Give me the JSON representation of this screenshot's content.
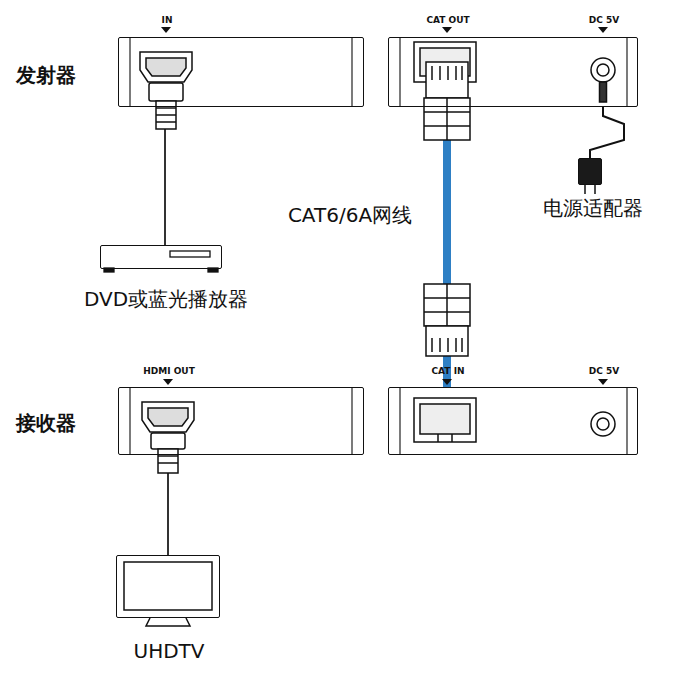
{
  "diagram": {
    "nodes": [
      {
        "text": [
          "IN"
        ]
      },
      {
        "text": [
          "CAT OUT",
          "DC 5V"
        ]
      },
      {
        "text": [
          "DVD或蓝光播放器"
        ]
      },
      {
        "text": [
          "电源适配器"
        ]
      },
      {
        "text": [
          "HDMI OUT"
        ]
      },
      {
        "text": [
          "CAT IN",
          "DC 5V"
        ]
      },
      {
        "text": [
          "UHDTV"
        ]
      }
    ],
    "edges": [
      {
        "from": 2,
        "to": 0,
        "arrow": "none"
      },
      {
        "from": 3,
        "to": 1,
        "arrow": "none"
      },
      {
        "from": 1,
        "to": 5,
        "label": "CAT6/6A网线",
        "arrow": "none"
      },
      {
        "from": 4,
        "to": 6,
        "arrow": "none"
      }
    ],
    "labels": [
      "发射器",
      "接收器"
    ]
  }
}
